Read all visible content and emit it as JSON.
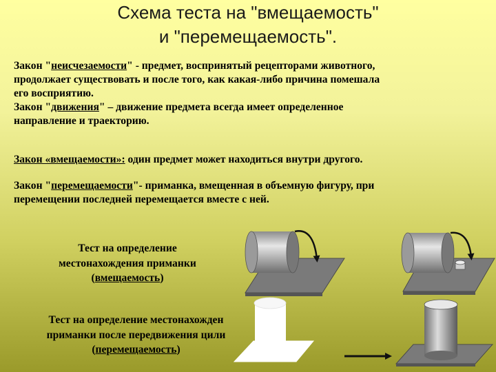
{
  "title": {
    "line1": "Схема теста на \"вмещаемость\"",
    "line2": "и \"перемещаемость\"."
  },
  "laws": {
    "p1": {
      "prefix": "Закон \"",
      "term": "неисчезаемости",
      "suffix1": "\" - предмет, воспринятый рецепторами животного,",
      "line2": "продолжает существовать и после того, как какая-либо причина помешала",
      "line3": "его восприятию."
    },
    "p2": {
      "prefix": "Закон \"",
      "term": "движения",
      "suffix1": "\" – движение предмета всегда имеет определенное",
      "line2": "направление и траекторию."
    },
    "p3": {
      "term": "Закон «вмещаемости»:",
      "suffix1": " один предмет может находиться внутри другого."
    },
    "p4": {
      "prefix": "Закон \"",
      "term": "перемещаемости",
      "suffix1": "\"- приманка, вмещенная в объемную фигуру, при",
      "line2": "перемещении последней перемещается вместе с ней."
    }
  },
  "captions": {
    "test1": {
      "line1": "Тест на определение",
      "line2": "местонахождения приманки",
      "open": "(",
      "term": "вмещаемость",
      "close": ")"
    },
    "test2": {
      "line1": "Тест на определение местонахожден",
      "line2": "приманки после передвижения цили",
      "open": "(",
      "term": "перемещаемость",
      "close": ")"
    }
  },
  "icons": {
    "tilted_cylinder": "tilted-cylinder-icon",
    "upright_cylinder": "upright-cylinder-icon",
    "arrow": "curved-arrow-icon",
    "bait": "bait-object-icon"
  },
  "colors": {
    "background_top": "#ffffa0",
    "background_bottom": "#9a9a2a",
    "platform": "#7a7a7a",
    "cylinder": "#b0b0b0"
  }
}
